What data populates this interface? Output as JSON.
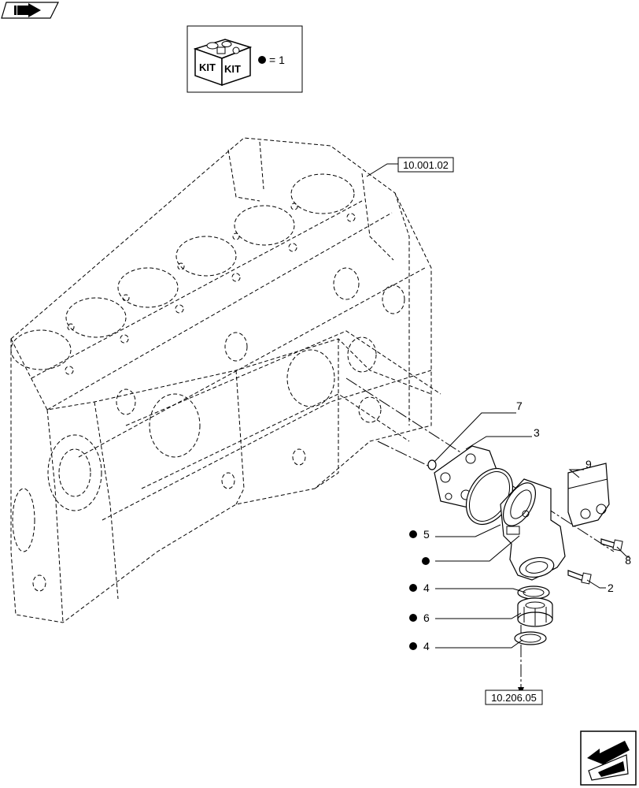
{
  "kit_legend": {
    "kit_word_left": "KIT",
    "kit_word_right": "KIT",
    "equals_text": "= 1"
  },
  "references": {
    "engine_block": "10.001.02",
    "continuation": "10.206.05"
  },
  "callouts": [
    {
      "id": "c7",
      "number": "7",
      "kit": false
    },
    {
      "id": "c3",
      "number": "3",
      "kit": false
    },
    {
      "id": "c9",
      "number": "9",
      "kit": false
    },
    {
      "id": "c5",
      "number": "5",
      "kit": true
    },
    {
      "id": "c8",
      "number": "8",
      "kit": false
    },
    {
      "id": "c1",
      "number": "",
      "kit": true
    },
    {
      "id": "c2",
      "number": "2",
      "kit": false
    },
    {
      "id": "c4a",
      "number": "4",
      "kit": true
    },
    {
      "id": "c6",
      "number": "6",
      "kit": true
    },
    {
      "id": "c4b",
      "number": "4",
      "kit": true
    }
  ],
  "icons": {
    "top_left": "back-arrow-icon",
    "bottom_right": "next-page-arrow-icon"
  },
  "colors": {
    "line": "#000000",
    "background": "#ffffff"
  }
}
